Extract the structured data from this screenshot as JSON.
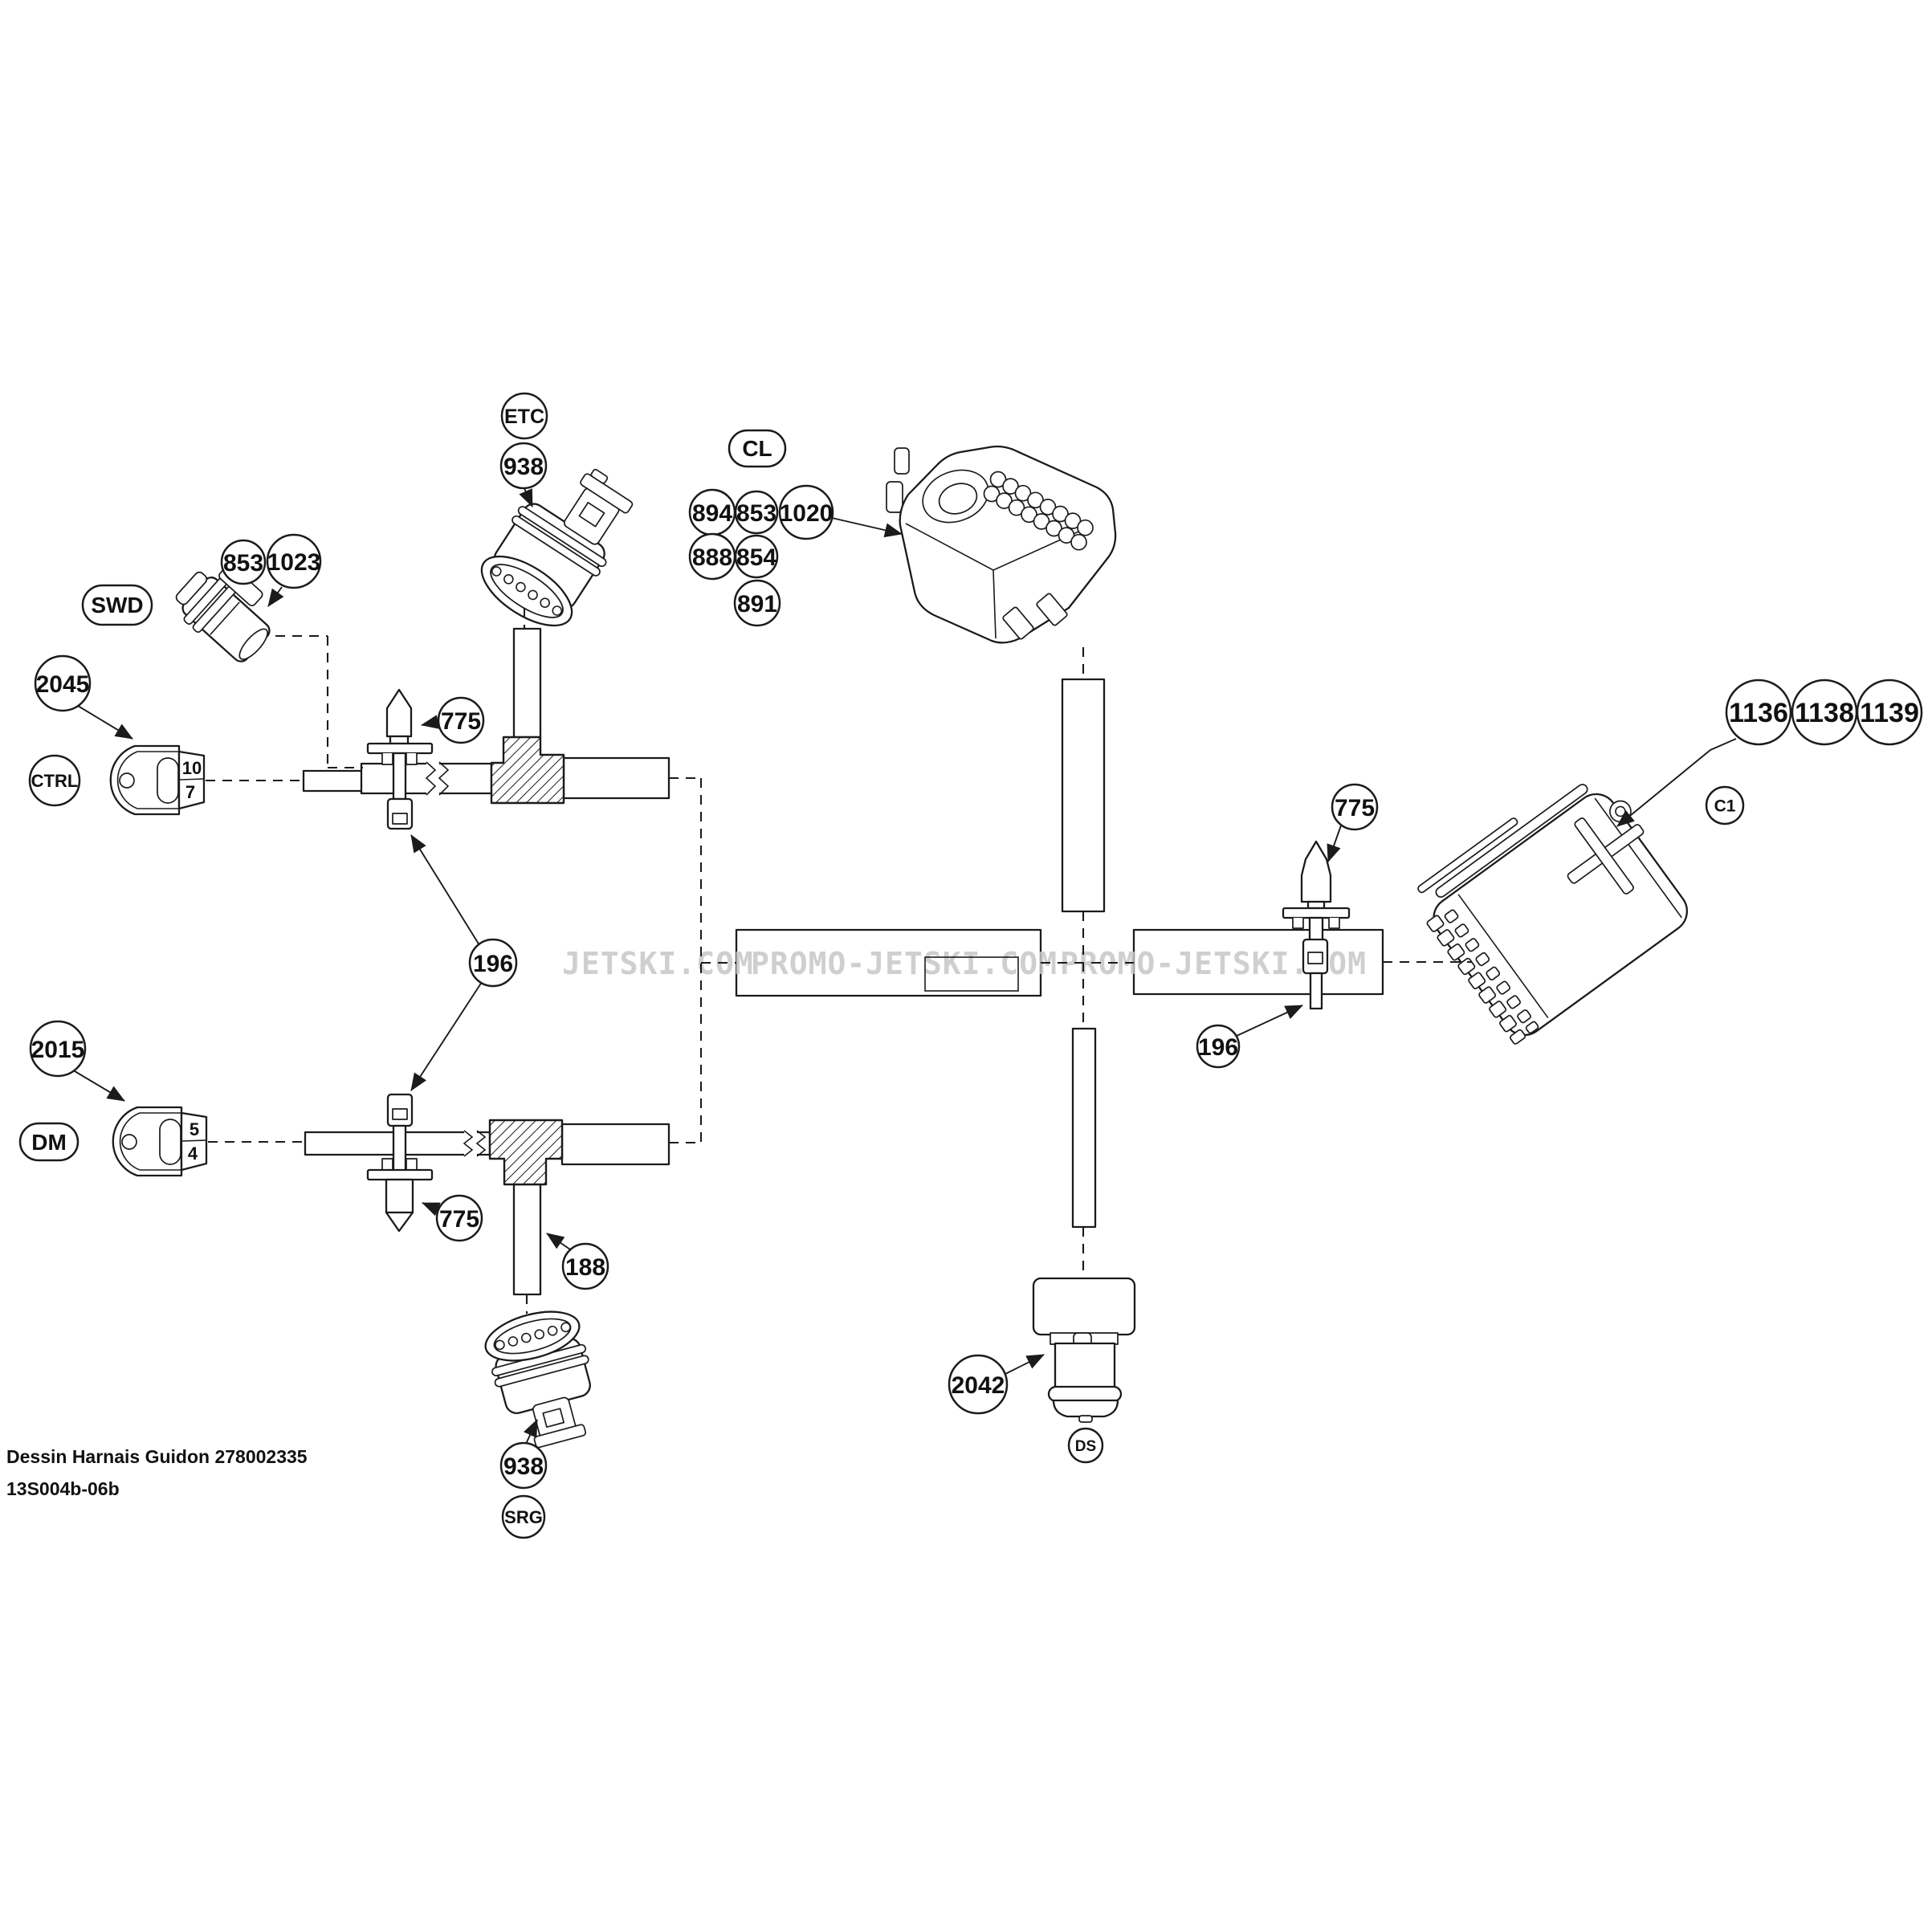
{
  "balloons": {
    "etc": "ETC",
    "etc938": "938",
    "swd853": "853",
    "swd1023": "1023",
    "swd": "SWD",
    "ctrl2045": "2045",
    "ctrl": "CTRL",
    "cl": "CL",
    "cl894": "894",
    "cl853": "853",
    "cl1020": "1020",
    "cl888": "888",
    "cl854": "854",
    "cl891": "891",
    "mid196": "196",
    "top775": "775",
    "bottom775": "775",
    "b188": "188",
    "srg938": "938",
    "srg": "SRG",
    "dm2015": "2015",
    "dm": "DM",
    "ds2042": "2042",
    "ds": "DS",
    "right775": "775",
    "right196": "196",
    "c11136": "1136",
    "c11138": "1138",
    "c11139": "1139",
    "c1": "C1"
  },
  "pins": {
    "ctrl_top": "10",
    "ctrl_bottom": "7",
    "dm_top": "5",
    "dm_bottom": "4"
  },
  "watermarks": {
    "left": "JETSKI.COM",
    "center": "PROMO-JETSKI.COM",
    "right": "PROMO-JETSKI.COM"
  },
  "footer": {
    "line1": "Dessin Harnais Guidon 278002335",
    "line2": "13S004b-06b"
  },
  "colors": {
    "line": "#1b1b1b",
    "watermark": "#c7c7c7",
    "background": "#ffffff"
  }
}
